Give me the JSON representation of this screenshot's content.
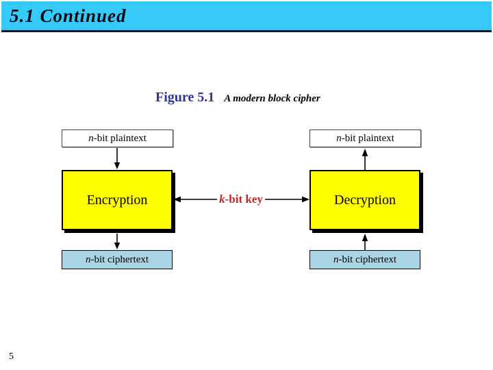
{
  "header": {
    "title": "5.1  Continued"
  },
  "caption": {
    "label": "Figure 5.1",
    "title": "A modern block cipher"
  },
  "diagram": {
    "encrypt_column": {
      "input": {
        "var": "n",
        "rest": "-bit plaintext"
      },
      "process": "Encryption",
      "output": {
        "var": "n",
        "rest": "-bit ciphertext"
      }
    },
    "decrypt_column": {
      "input": {
        "var": "n",
        "rest": "-bit plaintext"
      },
      "process": "Decryption",
      "output": {
        "var": "n",
        "rest": "-bit ciphertext"
      }
    },
    "key": {
      "var": "k",
      "rest": "-bit key"
    }
  },
  "footer": {
    "page_number": "5"
  },
  "colors": {
    "header_bg": "#35caf7",
    "header_border": "#081830",
    "header_text": "#0a0a12",
    "figure_label_color": "#333399",
    "key_color": "#cc2222",
    "process_fill": "#ffff00",
    "output_fill": "#a9d4e5"
  }
}
